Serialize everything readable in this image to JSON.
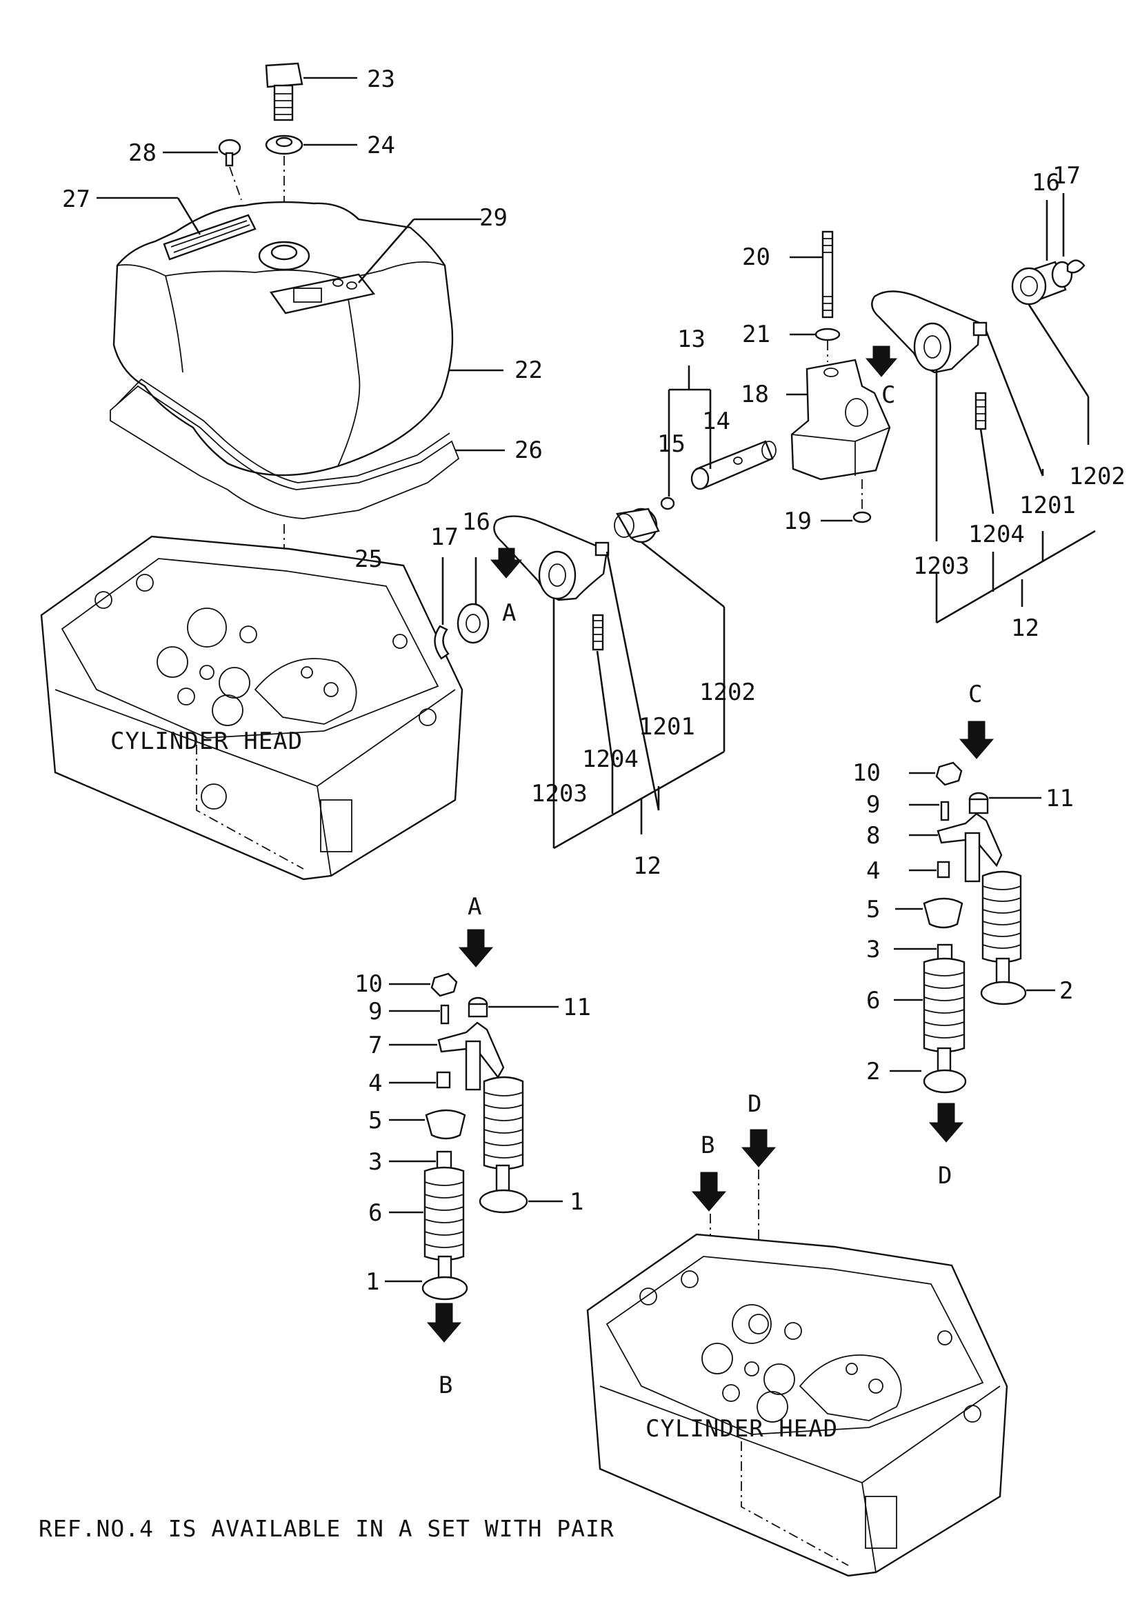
{
  "labels": {
    "n23": "23",
    "n24": "24",
    "n28": "28",
    "n27": "27",
    "n29": "29",
    "n22": "22",
    "n26": "26",
    "n25": "25",
    "n20": "20",
    "n21": "21",
    "n18": "18",
    "n19": "19",
    "n13": "13",
    "n14": "14",
    "n15": "15",
    "n16a": "16",
    "n17a": "17",
    "n16b": "16",
    "n17b": "17",
    "n1203a": "1203",
    "n1204a": "1204",
    "n1201a": "1201",
    "n1202a": "1202",
    "n12a": "12",
    "n1203b": "1203",
    "n1204b": "1204",
    "n1201b": "1201",
    "n1202b": "1202",
    "n12b": "12",
    "c10": "10",
    "c9": "9",
    "c8": "8",
    "c4": "4",
    "c5": "5",
    "c3": "3",
    "c6": "6",
    "c2a": "2",
    "c2b": "2",
    "c11": "11",
    "a10": "10",
    "a9": "9",
    "a7": "7",
    "a4": "4",
    "a5": "5",
    "a3": "3",
    "a6": "6",
    "a1a": "1",
    "a1b": "1",
    "a11": "11"
  },
  "view_letters": {
    "A_arm": "A",
    "C_arm": "C",
    "C_head": "C",
    "D_foot": "D",
    "A_head": "A",
    "B_foot": "B",
    "B_top": "B",
    "D_top": "D"
  },
  "cylinder_head_label": "CYLINDER HEAD",
  "cylinder_head_label_2": "CYLINDER HEAD",
  "footnote": "REF.NO.4 IS AVAILABLE IN A SET WITH PAIR"
}
